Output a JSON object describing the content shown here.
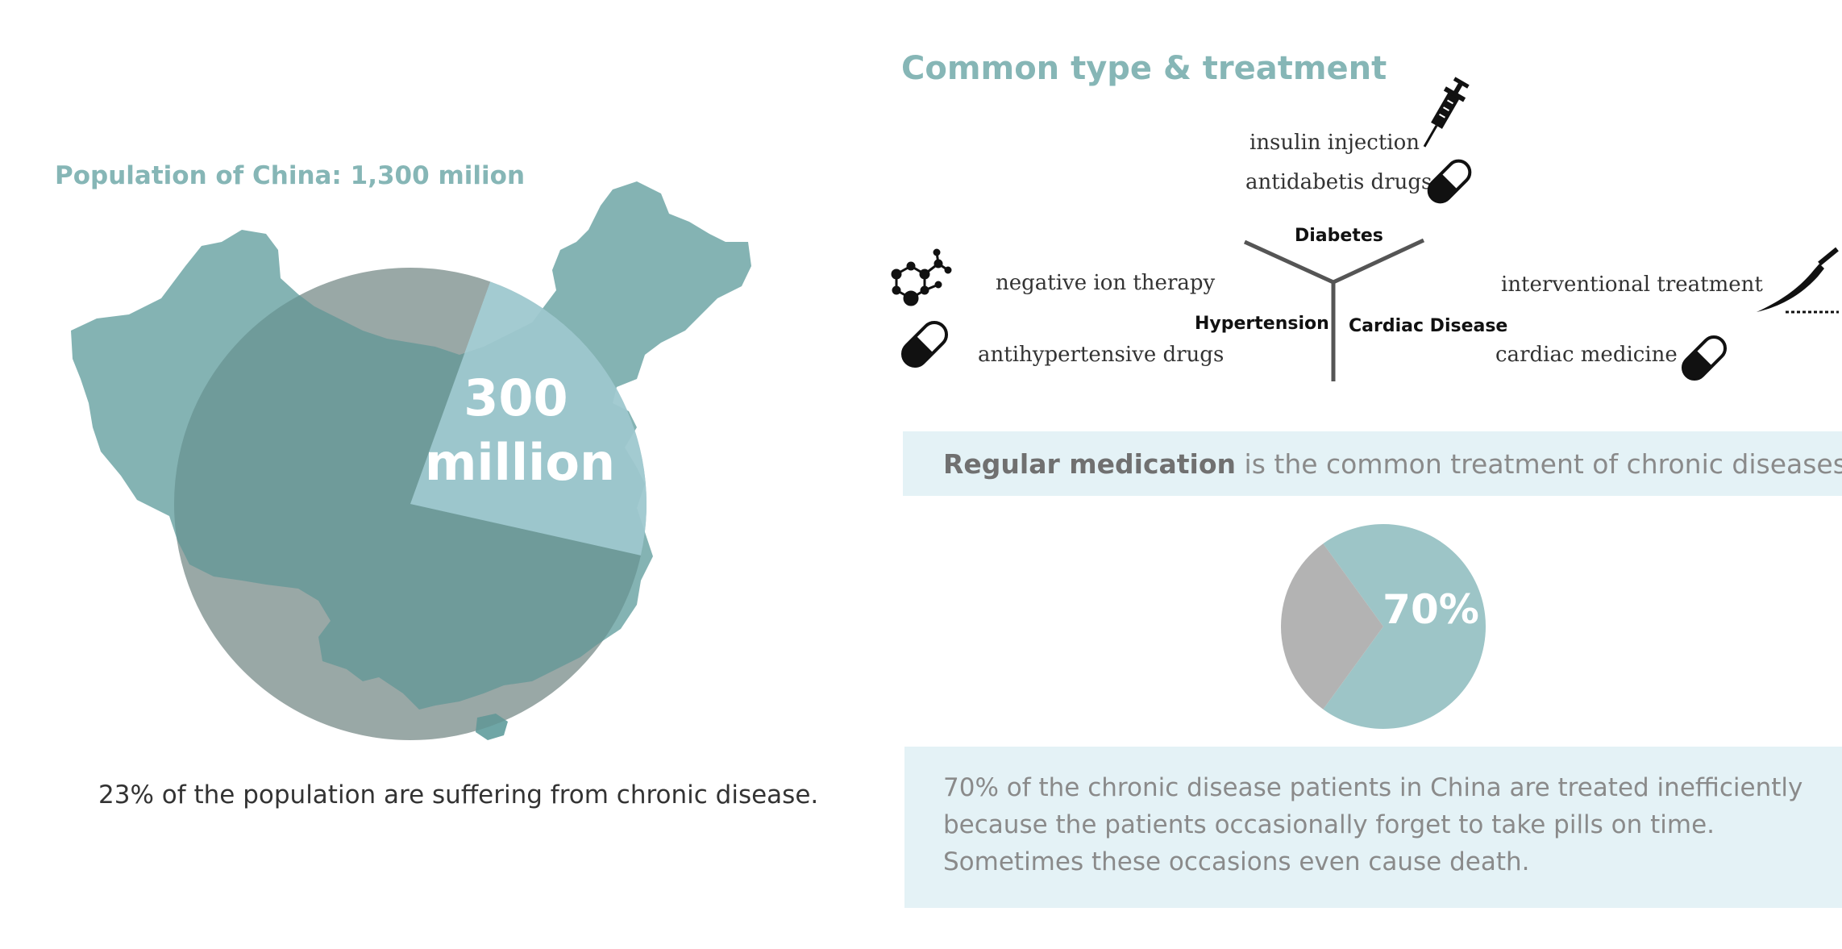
{
  "left_panel": {
    "title": "Population of China: 1,300 milion",
    "caption": "23% of the population are suffering from chronic disease."
  },
  "right_panel": {
    "title": "Common type & treatment",
    "diseases": [
      "Diabetes",
      "Hypertension",
      "Cardiac Disease"
    ],
    "treatments": {
      "diabetes": [
        "insulin injection",
        "antidabetis drugs"
      ],
      "hypertension": [
        "negative ion therapy",
        "antihypertensive drugs"
      ],
      "cardiac": [
        "interventional treatment",
        "cardiac medicine"
      ]
    },
    "banner": {
      "bold": "Regular medication",
      "rest": " is the common treatment of chronic diseases above"
    },
    "note_lines": [
      "70% of the chronic disease patients in China are treated inefficiently",
      "because the patients occasionally forget to take pills on time.",
      "Sometimes these occasions even cause death."
    ]
  },
  "chart_data": [
    {
      "type": "pie",
      "values": [
        23,
        77
      ],
      "label_lines": [
        "300",
        "million"
      ],
      "colors": [
        "#a3ccd3",
        "#c4bcbb"
      ]
    },
    {
      "type": "pie",
      "values": [
        70,
        30
      ],
      "labels": [
        "70%"
      ],
      "colors": [
        "#9dc5c7",
        "#b3b3b3"
      ]
    }
  ],
  "icons": [
    "syringe-icon",
    "pill-icon",
    "molecule-icon",
    "scalpel-icon",
    "china-map"
  ]
}
